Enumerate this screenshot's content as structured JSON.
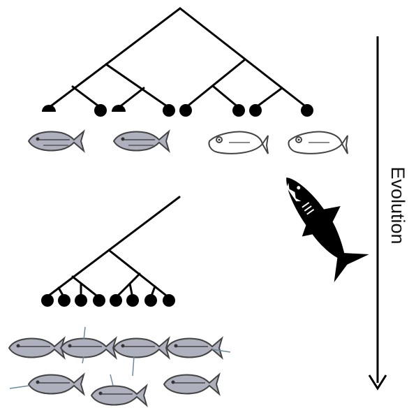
{
  "arrow": {
    "label": "Evolution"
  },
  "colors": {
    "line": "#000000",
    "fish_fill_gray": "#aeb1bd",
    "fish_fill_white": "#ffffff",
    "fish_stroke": "#444444",
    "shark": "#000000"
  },
  "icons": {
    "node_round": "filled-circle",
    "node_half": "filled-semicircle",
    "fish": "fish-icon",
    "shark": "shark-icon"
  }
}
